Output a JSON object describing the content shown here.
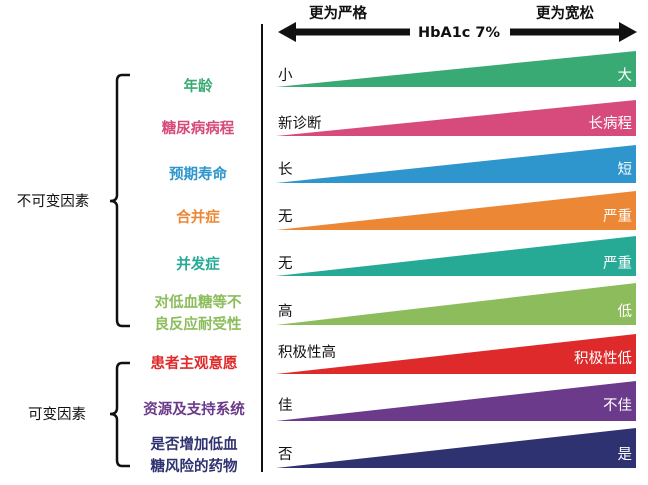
{
  "header": {
    "left_label": "更为严格",
    "center_title": "HbA1c 7%",
    "right_label": "更为宽松"
  },
  "groups": [
    {
      "label": "不可变因素"
    },
    {
      "label": "可变因素"
    }
  ],
  "factors": [
    {
      "label_lines": [
        "年龄"
      ],
      "color": "#3aaa74",
      "left": "小",
      "right": "大",
      "group": 0
    },
    {
      "label_lines": [
        "糖尿病病程"
      ],
      "color": "#d64a7c",
      "left": "新诊断",
      "right": "长病程",
      "group": 0
    },
    {
      "label_lines": [
        "预期寿命"
      ],
      "color": "#2e96cc",
      "left": "长",
      "right": "短",
      "group": 0
    },
    {
      "label_lines": [
        "合并症"
      ],
      "color": "#ec8735",
      "left": "无",
      "right": "严重",
      "group": 0
    },
    {
      "label_lines": [
        "并发症"
      ],
      "color": "#26aa96",
      "left": "无",
      "right": "严重",
      "group": 0
    },
    {
      "label_lines": [
        "对低血糖等不",
        "良反应耐受性"
      ],
      "color": "#8dbc5c",
      "left": "高",
      "right": "低",
      "group": 0
    },
    {
      "label_lines": [
        "患者主观意愿"
      ],
      "color": "#de2a2a",
      "left": "积极性高",
      "right": "积极性低",
      "group": 1
    },
    {
      "label_lines": [
        "资源及支持系统"
      ],
      "color": "#6b3a8a",
      "left": "佳",
      "right": "不佳",
      "group": 1
    },
    {
      "label_lines": [
        "是否增加低血",
        "糖风险的药物"
      ],
      "color": "#2f3270",
      "left": "否",
      "right": "是",
      "group": 1
    }
  ]
}
